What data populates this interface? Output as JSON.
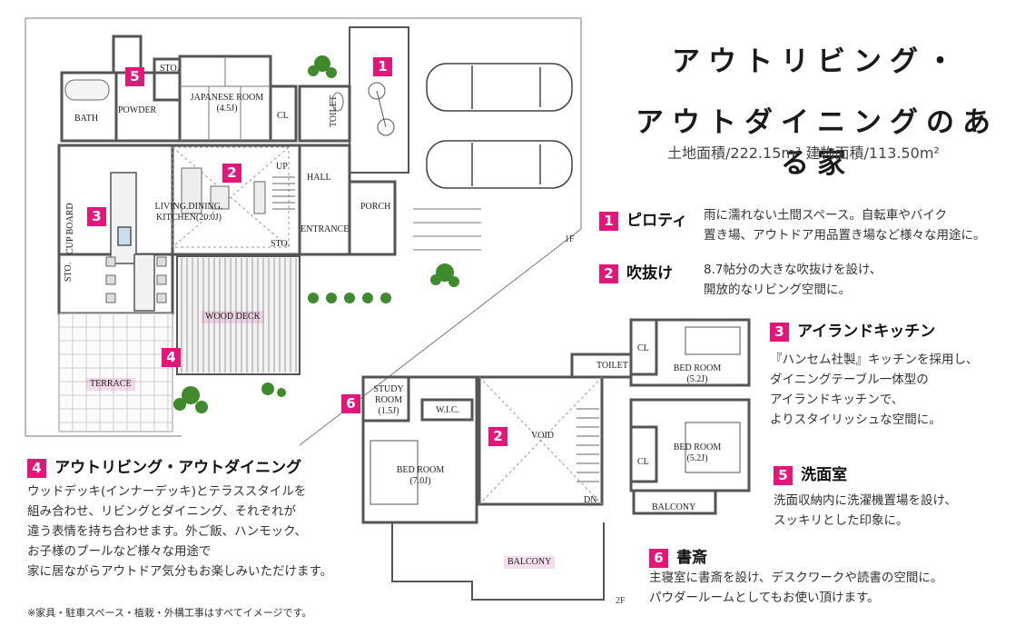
{
  "title": {
    "line1": "アウトリビング・",
    "line2": "アウトダイニングのある家"
  },
  "area_text": "土地面積/222.15m² 建物面積/113.50m²",
  "features": [
    {
      "num": "1",
      "title": "ピロティ",
      "desc": "雨に濡れない土間スペース。自転車やバイク\n置き場、アウトドア用品置き場など様々な用途に。"
    },
    {
      "num": "2",
      "title": "吹抜け",
      "desc": "8.7帖分の大きな吹抜けを設け、\n開放的なリビング空間に。"
    },
    {
      "num": "3",
      "title": "アイランドキッチン",
      "desc": "『ハンセム社製』キッチンを採用し、\nダイニングテーブル一体型の\nアイランドキッチンで、\nよりスタイリッシュな空間に。"
    },
    {
      "num": "5",
      "title": "洗面室",
      "desc": "洗面収納内に洗濯機置場を設け、\nスッキリとした印象に。"
    },
    {
      "num": "6",
      "title": "書斎",
      "desc": "主寝室に書斎を設け、デスクワークや読書の空間に。\nパウダールームとしてもお使い頂けます。"
    },
    {
      "num": "4",
      "title": "アウトリビング・アウトダイニング",
      "desc": "ウッドデッキ(インナーデッキ)とテラススタイルを\n組み合わせ、リビングとダイニング、それぞれが\n違う表情を持ち合わせます。外ご飯、ハンモック、\nお子様のプールなど様々な用途で\n家に居ながらアウトドア気分もお楽しみいただけます。"
    }
  ],
  "footnote": "※家具・駐車スペース・植栽・外構工事はすべてイメージです。",
  "floor1": {
    "label": "1F",
    "rooms": {
      "bath": "BATH",
      "powder": "POWDER",
      "sto_top": "STO.",
      "japanese": "JAPANESE ROOM",
      "japanese_size": "(4.5J)",
      "cl": "CL",
      "toilet": "TOILET",
      "ldk": "LIVING.DINING.",
      "ldk2": "KITCHEN(20.0J)",
      "up": "UP",
      "hall": "HALL",
      "porch": "PORCH",
      "entrance": "ENTRANCE",
      "sto_mid": "STO.",
      "cupboard": "CUP BOARD",
      "sto_left": "STO.",
      "wood_deck": "WOOD DECK",
      "terrace": "TERRACE"
    },
    "markers": [
      "1",
      "2",
      "3",
      "4",
      "5"
    ]
  },
  "floor2": {
    "label": "2F",
    "rooms": {
      "study": "STUDY",
      "study2": "ROOM",
      "study_size": "(1.5J)",
      "wic": "W.I.C.",
      "void": "VOID",
      "toilet": "TOILET",
      "cl_a": "CL",
      "cl_b": "CL",
      "bed1": "BED ROOM",
      "bed1_size": "(5.2J)",
      "bed2": "BED ROOM",
      "bed2_size": "(5.2J)",
      "bed3": "BED ROOM",
      "bed3_size": "(7.0J)",
      "dn": "DN",
      "balcony1": "BALCONY",
      "balcony2": "BALCONY"
    },
    "markers": [
      "6",
      "2"
    ]
  },
  "colors": {
    "accent": "#e3167a",
    "wall": "#555555",
    "deck": "#8c8c8c",
    "plant": "#3e8a2c"
  }
}
